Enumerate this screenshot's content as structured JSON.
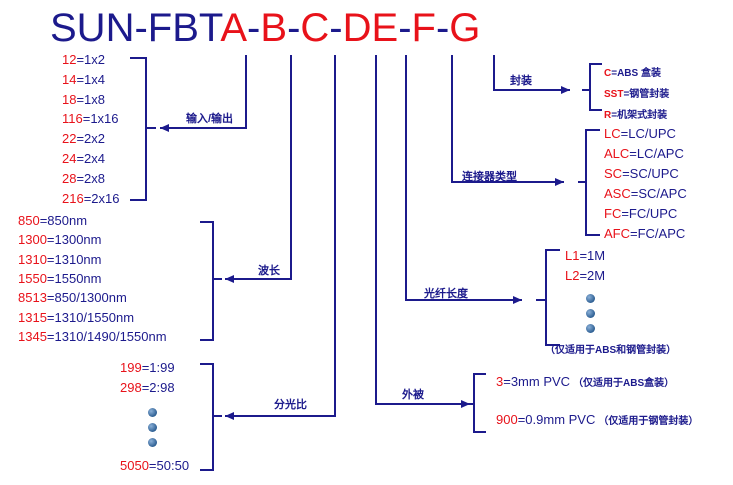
{
  "title": {
    "parts": [
      {
        "text": "SUN-FBT",
        "color": "navy"
      },
      {
        "text": "A",
        "color": "red"
      },
      {
        "text": "-",
        "color": "navy"
      },
      {
        "text": "B",
        "color": "red"
      },
      {
        "text": "-",
        "color": "navy"
      },
      {
        "text": "C",
        "color": "red"
      },
      {
        "text": "-",
        "color": "navy"
      },
      {
        "text": "DE",
        "color": "red"
      },
      {
        "text": "-",
        "color": "navy"
      },
      {
        "text": "F",
        "color": "red"
      },
      {
        "text": "-",
        "color": "navy"
      },
      {
        "text": "G",
        "color": "red"
      }
    ]
  },
  "io": {
    "label": "输入/输出",
    "items": [
      {
        "code": "12",
        "value": "=1x2"
      },
      {
        "code": "14",
        "value": "=1x4"
      },
      {
        "code": "18",
        "value": "=1x8"
      },
      {
        "code": "116",
        "value": "=1x16"
      },
      {
        "code": "22",
        "value": "=2x2"
      },
      {
        "code": "24",
        "value": "=2x4"
      },
      {
        "code": "28",
        "value": "=2x8"
      },
      {
        "code": "216",
        "value": "=2x16"
      }
    ]
  },
  "wavelength": {
    "label": "波长",
    "items": [
      {
        "code": "850",
        "value": "=850nm"
      },
      {
        "code": "1300",
        "value": "=1300nm"
      },
      {
        "code": "1310",
        "value": "=1310nm"
      },
      {
        "code": "1550",
        "value": "=1550nm"
      },
      {
        "code": "8513",
        "value": "=850/1300nm"
      },
      {
        "code": "1315",
        "value": "=1310/1550nm"
      },
      {
        "code": "1345",
        "value": "=1310/1490/1550nm"
      }
    ]
  },
  "ratio": {
    "label": "分光比",
    "items": [
      {
        "code": "199",
        "value": "=1:99"
      },
      {
        "code": "298",
        "value": "=2:98"
      }
    ],
    "last": {
      "code": "5050",
      "value": "=50:50"
    }
  },
  "package": {
    "label": "封装",
    "items": [
      {
        "code": "C",
        "value": "=ABS 盒装"
      },
      {
        "code": "SST",
        "value": "=钢管封装"
      },
      {
        "code": "R",
        "value": "=机架式封装"
      }
    ]
  },
  "connector": {
    "label": "连接器类型",
    "items": [
      {
        "code": "LC",
        "value": "=LC/UPC"
      },
      {
        "code": "ALC",
        "value": "=LC/APC"
      },
      {
        "code": "SC",
        "value": "=SC/UPC"
      },
      {
        "code": "ASC",
        "value": "=SC/APC"
      },
      {
        "code": "FC",
        "value": "=FC/UPC"
      },
      {
        "code": "AFC",
        "value": "=FC/APC"
      }
    ]
  },
  "fiber_length": {
    "label": "光纤长度",
    "items": [
      {
        "code": "L1",
        "value": "=1M"
      },
      {
        "code": "L2",
        "value": "=2M"
      }
    ],
    "note": "（仅适用于ABS和钢管封装）"
  },
  "jacket": {
    "label": "外被",
    "items": [
      {
        "code": "3",
        "value": "=3mm PVC",
        "note": "（仅适用于ABS盒装）"
      },
      {
        "code": "900",
        "value": "=0.9mm PVC",
        "note": "（仅适用于钢管封装）"
      }
    ]
  }
}
